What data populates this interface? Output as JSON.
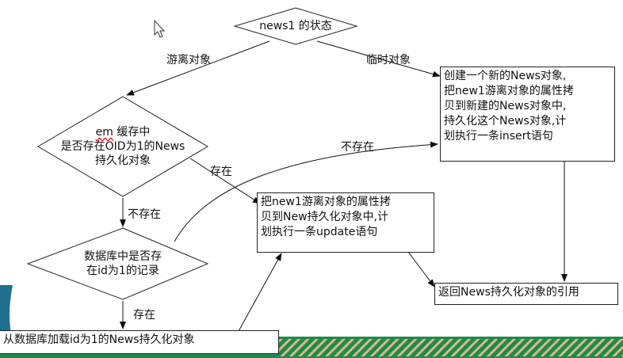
{
  "colors": {
    "footer_green": "#1f8a4c",
    "footer_stripe": "#d8b98a",
    "left_bar": "#1f6f8f"
  },
  "icons": [
    "mouse-cursor-icon"
  ],
  "start": {
    "label": "news1 的状态"
  },
  "edges": {
    "detached": "游离对象",
    "transient": "临时对象",
    "exists1": "存在",
    "not_exists1": "不存在",
    "not_exists2": "不存在",
    "exists2": "存在"
  },
  "cache_decision": {
    "line1_prefix": "em",
    "line1_suffix": " 缓存中",
    "line2": "是否存在OID为1的News",
    "line3": "持久化对象"
  },
  "db_decision": {
    "line1": "数据库中是否存",
    "line2": "在id为1的记录"
  },
  "create_box": {
    "lines": [
      "创建一个新的News对象,",
      "把new1游离对象的属性拷",
      "贝到新建的News对象中,",
      "持久化这个News对象,计",
      "划执行一条insert语句"
    ]
  },
  "copy_box": {
    "lines": [
      "把new1游离对象的属性拷",
      "贝到New持久化对象中,计",
      "划执行一条update语句"
    ]
  },
  "return_box": {
    "label": "返回News持久化对象的引用"
  },
  "load_box": {
    "label": "从数据库加载id为1的News持久化对象"
  }
}
